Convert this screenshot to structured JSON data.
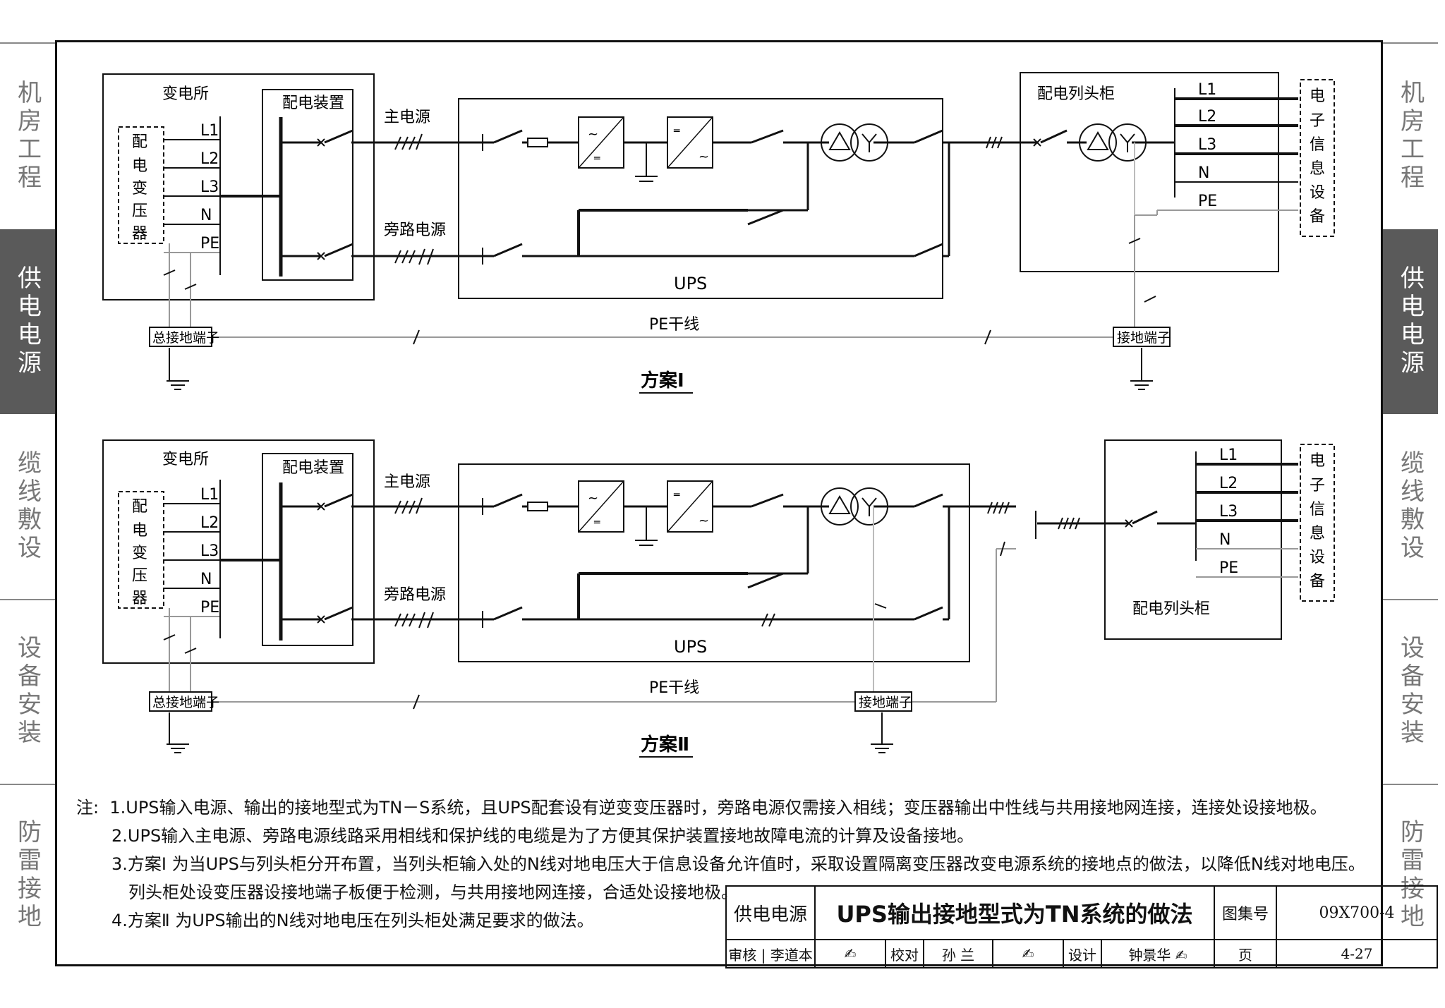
{
  "sidebar": {
    "left": [
      "机房工程",
      "供电电源",
      "缆线敷设",
      "设备安装",
      "防雷接地"
    ],
    "right": [
      "机房工程",
      "供电电源",
      "缆线敷设",
      "设备安装",
      "防雷接地"
    ],
    "active_index": 1
  },
  "diagram1": {
    "substation": "变电所",
    "transformer": [
      "配",
      "电",
      "变",
      "压",
      "器"
    ],
    "phases": [
      "L1",
      "L2",
      "L3",
      "N",
      "PE"
    ],
    "switchgear": "配电装置",
    "main_power": "主电源",
    "bypass_power": "旁路电源",
    "ups": "UPS",
    "pe_trunk": "PE干线",
    "main_ground_terminal": "总接地端子",
    "cabinet": "配电列头柜",
    "cabinet_phases": [
      "L1",
      "L2",
      "L3",
      "N",
      "PE"
    ],
    "equipment": [
      "电",
      "子",
      "信",
      "息",
      "设",
      "备"
    ],
    "ground_terminal": "接地端子",
    "scheme": "方案Ⅰ"
  },
  "diagram2": {
    "substation": "变电所",
    "transformer": [
      "配",
      "电",
      "变",
      "压",
      "器"
    ],
    "phases": [
      "L1",
      "L2",
      "L3",
      "N",
      "PE"
    ],
    "switchgear": "配电装置",
    "main_power": "主电源",
    "bypass_power": "旁路电源",
    "ups": "UPS",
    "pe_trunk": "PE干线",
    "main_ground_terminal": "总接地端子",
    "cabinet": "配电列头柜",
    "cabinet_phases": [
      "L1",
      "L2",
      "L3",
      "N",
      "PE"
    ],
    "equipment": [
      "电",
      "子",
      "信",
      "息",
      "设",
      "备"
    ],
    "ground_terminal": "接地端子",
    "scheme": "方案Ⅱ"
  },
  "notes": {
    "prefix": "注:",
    "items": [
      "1.UPS输入电源、输出的接地型式为TN－S系统，且UPS配套设有逆变变压器时，旁路电源仅需接入相线；变压器输出中性线与共用接地网连接，连接处设接地极。",
      "2.UPS输入主电源、旁路电源线路采用相线和保护线的电缆是为了方便其保护装置接地故障电流的计算及设备接地。",
      "3.方案Ⅰ 为当UPS与列头柜分开布置，当列头柜输入处的N线对地电压大于信息设备允许值时，采取设置隔离变压器改变电源系统的接地点的做法，以降低N线对地电压。",
      "列头柜处设变压器设接地端子板便于检测，与共用接地网连接，合适处设接地极。",
      "4.方案Ⅱ 为UPS输出的N线对地电压在列头柜处满足要求的做法。"
    ]
  },
  "titleblock": {
    "category": "供电电源",
    "title": "UPS输出接地型式为TN系统的做法",
    "atlas_label": "图集号",
    "atlas_no": "09X700-4",
    "review_label": "审核",
    "reviewer": "李道本",
    "check_label": "校对",
    "checker": "孙 兰",
    "design_label": "设计",
    "designer": "钟景华",
    "page_label": "页",
    "page_no": "4-27"
  }
}
